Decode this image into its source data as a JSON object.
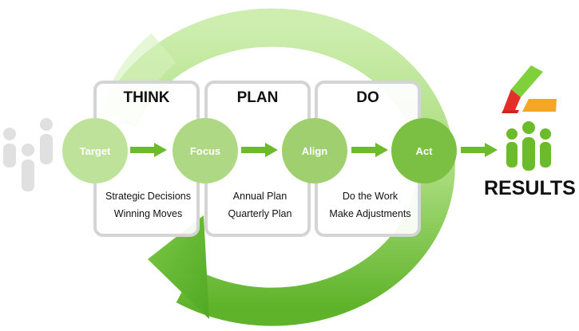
{
  "phases": [
    {
      "title": "THINK",
      "step": "Target",
      "desc1": "Strategic Decisions",
      "desc2": "Winning Moves"
    },
    {
      "title": "PLAN",
      "step": "Focus",
      "desc1": "Annual Plan",
      "desc2": "Quarterly Plan"
    },
    {
      "title": "DO",
      "step": "Align",
      "desc1": "Do the Work",
      "desc2": "Make Adjustments"
    }
  ],
  "act_step": "Act",
  "results_label": "RESULTS",
  "colors": {
    "box_border": "#d4d4d4",
    "target": "#bfe29a",
    "focus": "#afd884",
    "align": "#a0cf6f",
    "act": "#7bc043",
    "arrow": "#6cbb2a",
    "cycle_light": "#c7eba2",
    "cycle_dark": "#63b52a",
    "logo_green": "#7ed13b",
    "logo_red": "#e52d2a",
    "logo_orange": "#f5a623"
  },
  "icons": [
    "people-group-icon",
    "results-people-icon",
    "triangle-logo-icon"
  ]
}
